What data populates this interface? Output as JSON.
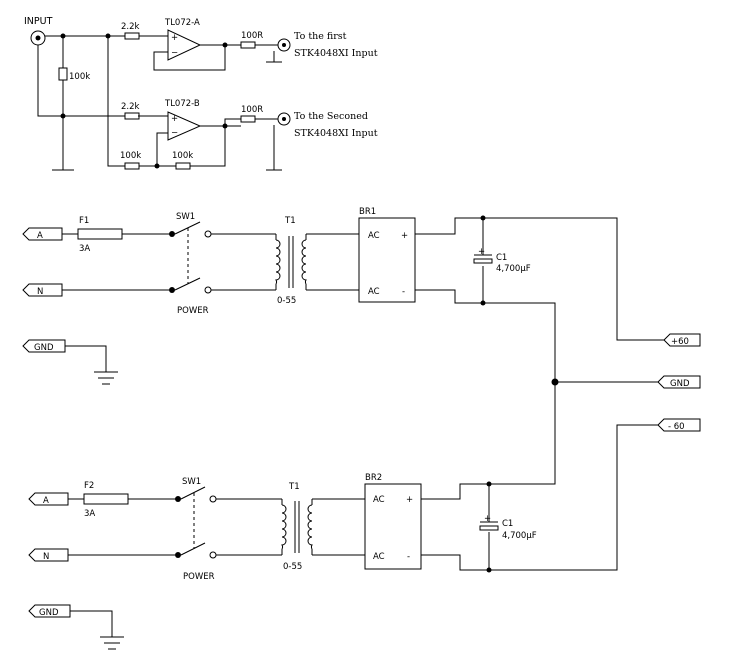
{
  "input_section": {
    "input_label": "INPUT",
    "r_input_a": "2.2k",
    "r_input_b": "2.2k",
    "r_shunt": "100k",
    "opamp_a": "TL072-A",
    "opamp_b": "TL072-B",
    "r_fb1": "100k",
    "r_fb2": "100k",
    "r_out_a": "100R",
    "r_out_b": "100R",
    "out_a_line1": "To the first",
    "out_a_line2": "STK4048XI Input",
    "out_b_line1": "To the Seconed",
    "out_b_line2": "STK4048XI Input",
    "plus": "+",
    "minus": "−"
  },
  "psu_upper": {
    "port_a": "A",
    "port_n": "N",
    "port_gnd": "GND",
    "fuse": "F1",
    "fuse_rating": "3A",
    "switch": "SW1",
    "switch_label": "POWER",
    "transformer": "T1",
    "transformer_rating": "0-55",
    "bridge": "BR1",
    "bridge_ac1": "AC",
    "bridge_ac2": "AC",
    "bridge_plus": "+",
    "bridge_minus": "-",
    "cap": "C1",
    "cap_value": "4,700µF",
    "cap_plus": "+"
  },
  "psu_lower": {
    "port_a": "A",
    "port_n": "N",
    "port_gnd": "GND",
    "fuse": "F2",
    "fuse_rating": "3A",
    "switch": "SW1",
    "switch_label": "POWER",
    "transformer": "T1",
    "transformer_rating": "0-55",
    "bridge": "BR2",
    "bridge_ac1": "AC",
    "bridge_ac2": "AC",
    "bridge_plus": "+",
    "bridge_minus": "-",
    "cap": "C1",
    "cap_value": "4,700µF",
    "cap_plus": "+"
  },
  "outputs": {
    "pos": "+60",
    "gnd": "GND",
    "neg": "- 60"
  }
}
